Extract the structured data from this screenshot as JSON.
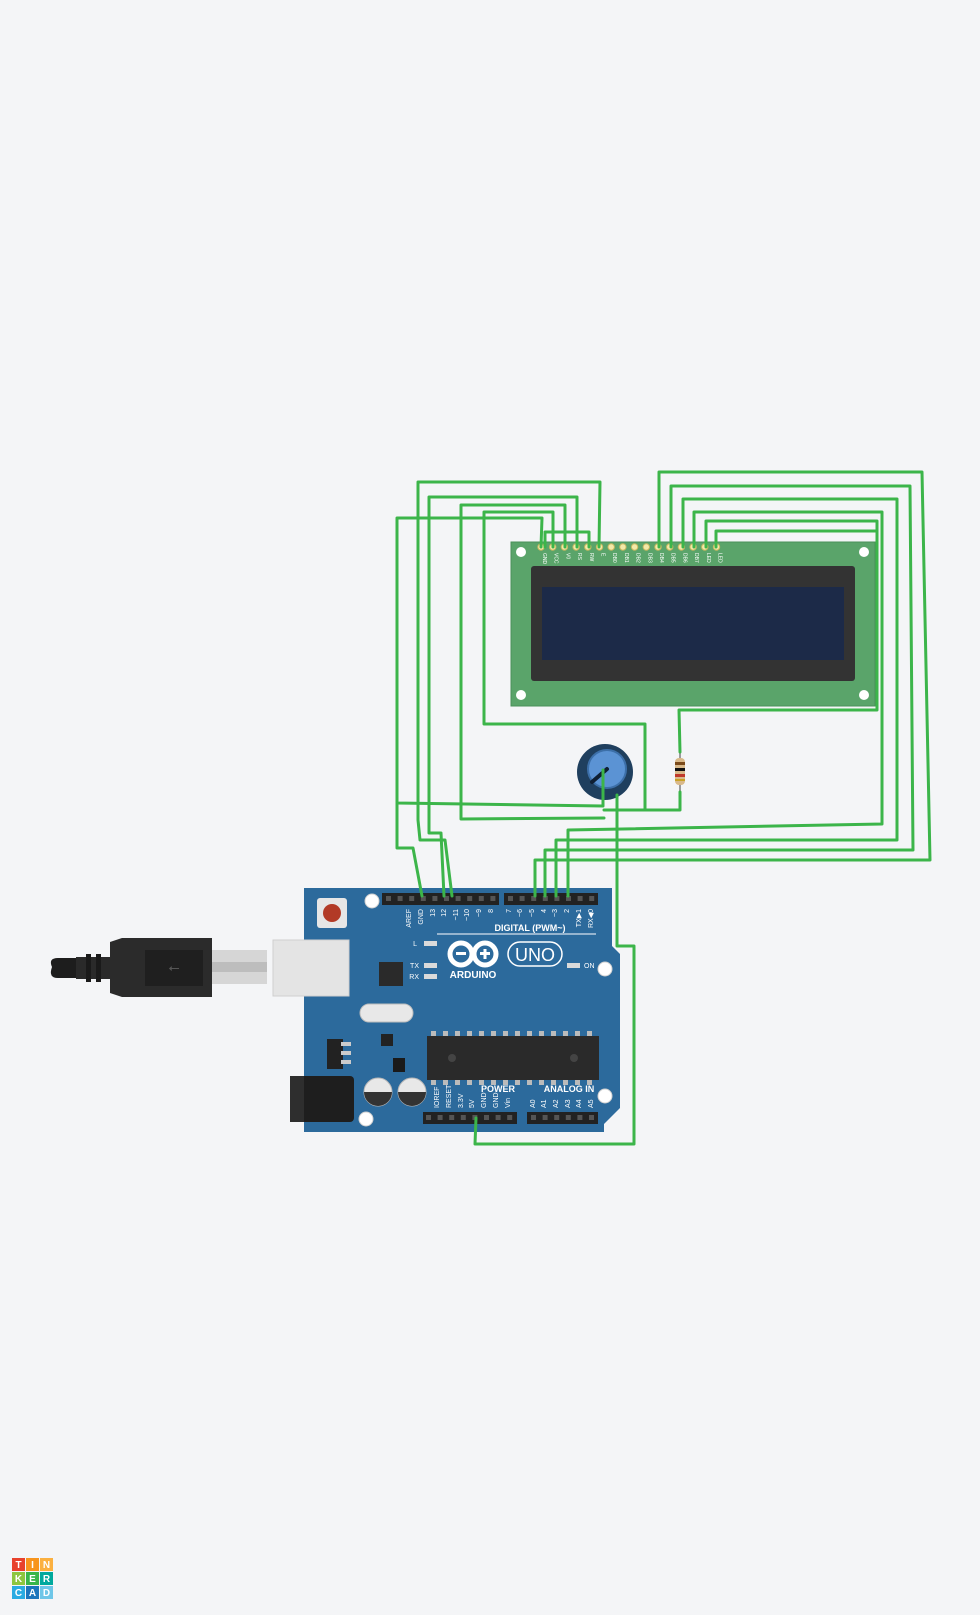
{
  "logo": {
    "letters": [
      "T",
      "I",
      "N",
      "K",
      "E",
      "R",
      "C",
      "A",
      "D"
    ],
    "colors": [
      "#e8412c",
      "#f7941d",
      "#fbb040",
      "#8dc63f",
      "#39b54a",
      "#00a99d",
      "#29abe2",
      "#1c75bc",
      "#6ec6e8"
    ]
  },
  "lcd": {
    "pins": [
      "GND",
      "VCC",
      "V0",
      "RS",
      "RW",
      "E",
      "DB0",
      "DB1",
      "DB2",
      "DB3",
      "DB4",
      "DB5",
      "DB6",
      "DB7",
      "LED",
      "LED"
    ]
  },
  "arduino": {
    "brand": "ARDUINO",
    "model": "UNO",
    "digital_label": "DIGITAL (PWM~)",
    "power_label": "POWER",
    "analog_label": "ANALOG IN",
    "on_label": "ON",
    "l_label": "L",
    "tx_label": "TX",
    "rx_label": "RX",
    "top_pins": [
      "AREF",
      "GND",
      "13",
      "12",
      "~11",
      "~10",
      "~9",
      "8",
      "7",
      "~6",
      "~5",
      "4",
      "~3",
      "2",
      "TX▶1",
      "RX◀0"
    ],
    "power_pins": [
      "IOREF",
      "RESET",
      "3.3V",
      "5V",
      "GND",
      "GND",
      "Vin"
    ],
    "analog_pins": [
      "A0",
      "A1",
      "A2",
      "A3",
      "A4",
      "A5"
    ]
  },
  "colors": {
    "wire": "#3cb54a",
    "board": "#2c6a9c",
    "lcd_pcb": "#5aa46a",
    "lcd_screen": "#1c2a48"
  }
}
